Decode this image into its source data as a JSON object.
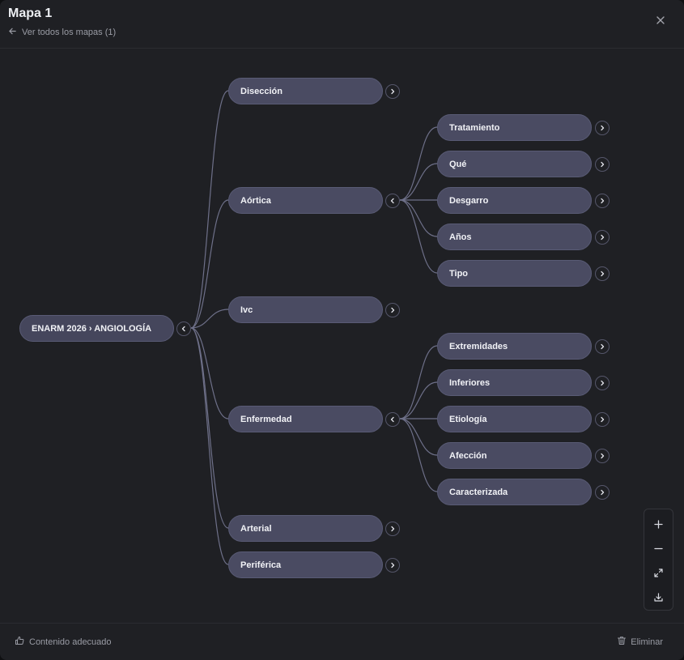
{
  "header": {
    "title": "Mapa 1",
    "back_link": "Ver todos los mapas (1)",
    "icons": {
      "back": "arrow-left-icon",
      "close": "close-icon"
    }
  },
  "mindmap": {
    "root": "ENARM 2026 › ANGIOLOGÍA",
    "branches": [
      {
        "label": "Disección",
        "expanded": false
      },
      {
        "label": "Aórtica",
        "expanded": true,
        "children": [
          "Tratamiento",
          "Qué",
          "Desgarro",
          "Años",
          "Tipo"
        ]
      },
      {
        "label": "Ivc",
        "expanded": false
      },
      {
        "label": "Enfermedad",
        "expanded": true,
        "children": [
          "Extremidades",
          "Inferiores",
          "Etiología",
          "Afección",
          "Caracterizada"
        ]
      },
      {
        "label": "Arterial",
        "expanded": false
      },
      {
        "label": "Periférica",
        "expanded": false
      }
    ],
    "colors": {
      "node": "#4a4b62",
      "edge": "#6e7089",
      "background": "#1f2024"
    }
  },
  "zoom_controls": {
    "icons": [
      "plus-icon",
      "minus-icon",
      "expand-icon",
      "download-icon"
    ]
  },
  "footer": {
    "feedback_label": "Contenido adecuado",
    "delete_label": "Eliminar",
    "icons": {
      "feedback": "thumbs-up-icon",
      "delete": "trash-icon"
    }
  }
}
